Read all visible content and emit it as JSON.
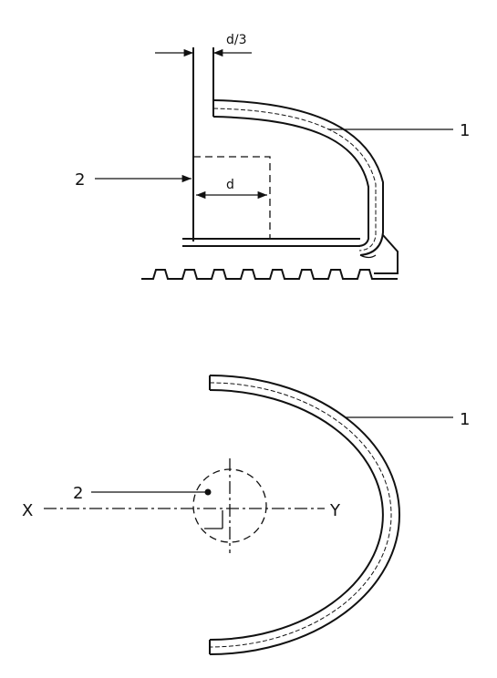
{
  "top_view": {
    "dimension_small": "d/3",
    "dimension_main": "d",
    "callout_1": "1",
    "callout_2": "2"
  },
  "bottom_view": {
    "callout_1": "1",
    "callout_2": "2",
    "axis_left": "X",
    "axis_right": "Y"
  },
  "colors": {
    "ink": "#111111",
    "paper": "#ffffff"
  }
}
